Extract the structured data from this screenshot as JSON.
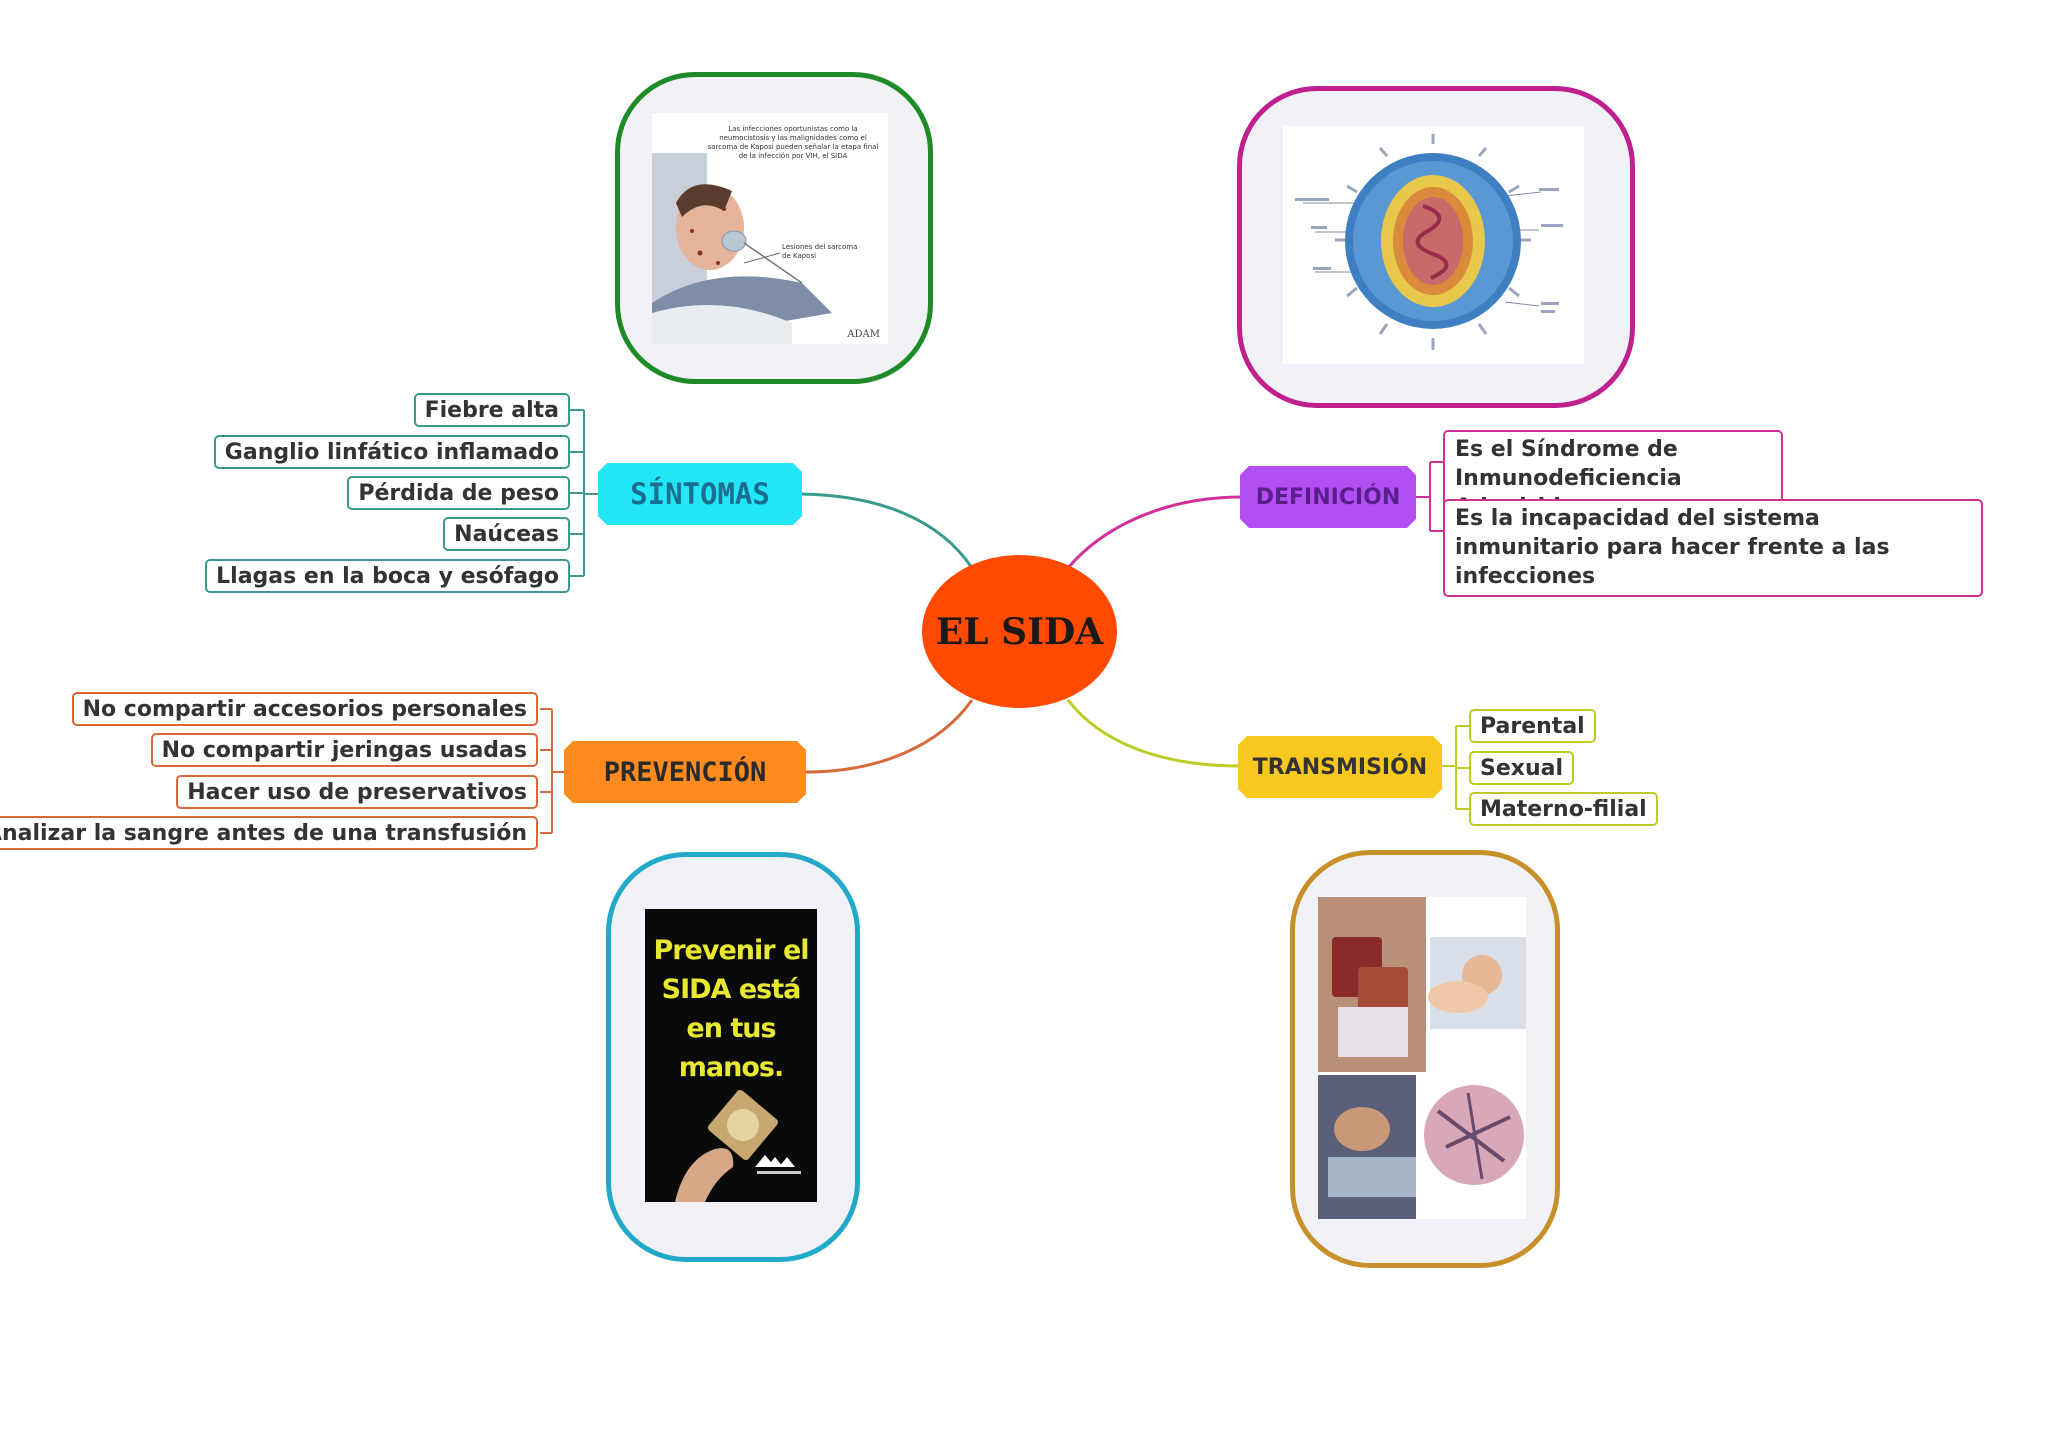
{
  "center": {
    "label": "EL SIDA",
    "color": "#ff4a00"
  },
  "branches": {
    "sintomas": {
      "label": "SÍNTOMAS",
      "color": "#22e6f5",
      "line_color": "#3a9a8e",
      "items": [
        "Fiebre alta",
        "Ganglio linfático inflamado",
        "Pérdida de peso",
        "Naúceas",
        "Llagas en la boca y esófago"
      ]
    },
    "definicion": {
      "label": "DEFINICIÓN",
      "color": "#b24ff3",
      "line_color": "#d0309a",
      "items": [
        "Es el Síndrome de Inmunodeficiencia Adquirida",
        "Es la incapacidad del sistema inmunitario para hacer frente a las infecciones"
      ]
    },
    "prevencion": {
      "label": "PREVENCIÓN",
      "color": "#ff8a1e",
      "line_color": "#d8693c",
      "items": [
        "No compartir accesorios personales",
        "No compartir jeringas usadas",
        "Hacer uso de preservativos",
        "Analizar la sangre antes de una transfusión"
      ]
    },
    "transmision": {
      "label": "TRANSMISIÓN",
      "color": "#f9c81e",
      "line_color": "#bccc22",
      "items": [
        "Parental",
        "Sexual",
        "Materno-filial"
      ]
    }
  },
  "images": {
    "kaposi": {
      "caption": "Las infecciones oportunistas como la neumocistosis y las malignidades como el sarcoma de Kaposi pueden señalar la etapa final de la infección por VIH, el SIDA",
      "label": "Lesiones del sarcoma de Kaposi",
      "credit": "ADAM",
      "frame_color": "#1e8a28"
    },
    "virus": {
      "frame_color": "#c0208e"
    },
    "prevention_poster": {
      "text": "Prevenir el SIDA está en tus manos.",
      "frame_color": "#22a8c8"
    },
    "transmission_collage": {
      "frame_color": "#c8902a"
    }
  }
}
